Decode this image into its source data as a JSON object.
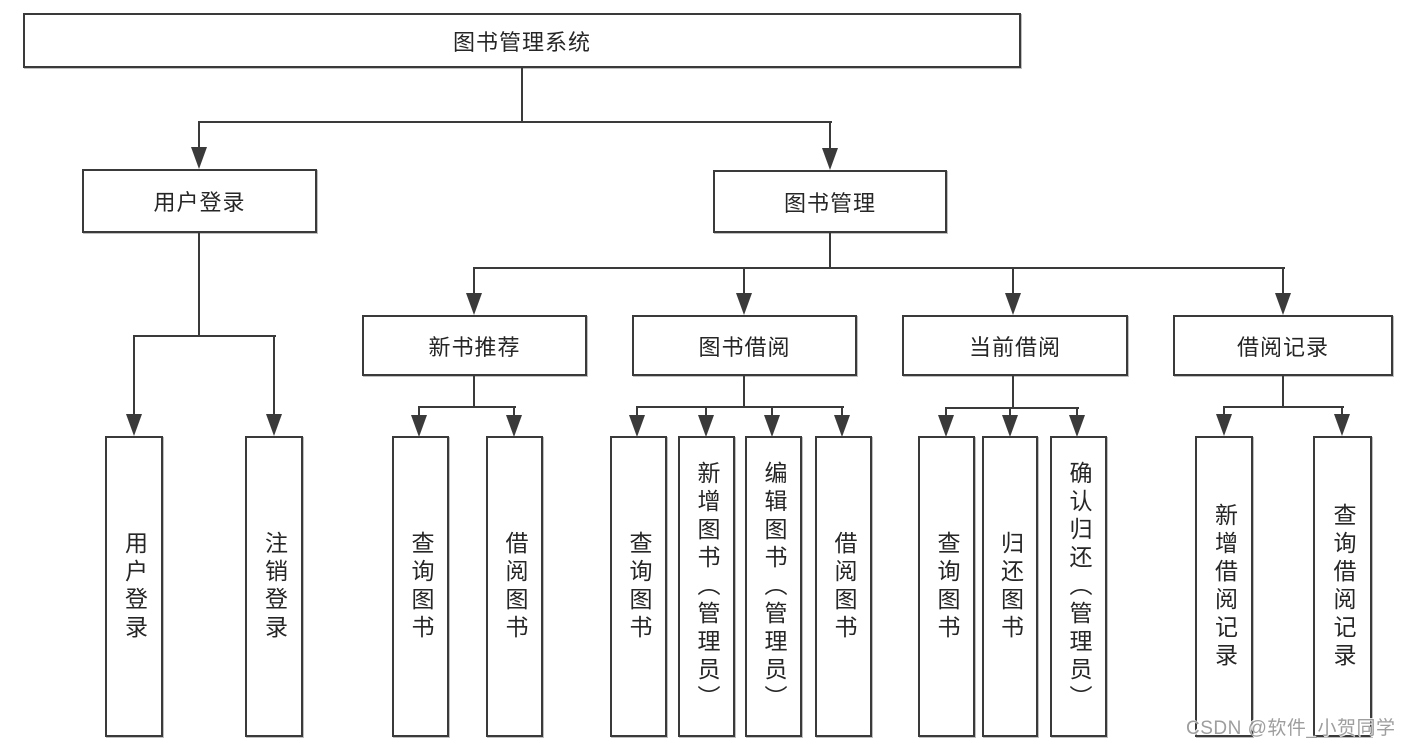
{
  "diagram": {
    "root": {
      "label": "图书管理系统"
    },
    "level2": [
      {
        "label": "用户登录"
      },
      {
        "label": "图书管理"
      }
    ],
    "level3": [
      {
        "label": "新书推荐"
      },
      {
        "label": "图书借阅"
      },
      {
        "label": "当前借阅"
      },
      {
        "label": "借阅记录"
      }
    ],
    "leaves": {
      "user_login": [
        "用户登录",
        "注销登录"
      ],
      "new_books": [
        "查询图书",
        "借阅图书"
      ],
      "book_borrowing": [
        "查询图书",
        "新增图书（管理员）",
        "编辑图书（管理员）",
        "借阅图书"
      ],
      "current_borrowing": [
        "查询图书",
        "归还图书",
        "确认归还（管理员）"
      ],
      "borrowing_records": [
        "新增借阅记录",
        "查询借阅记录"
      ]
    }
  },
  "watermark": "CSDN @软件_小贺同学",
  "colors": {
    "line": "#3a3a3a",
    "text": "#262626",
    "watermark": "#9e9e9e",
    "background": "#ffffff"
  }
}
